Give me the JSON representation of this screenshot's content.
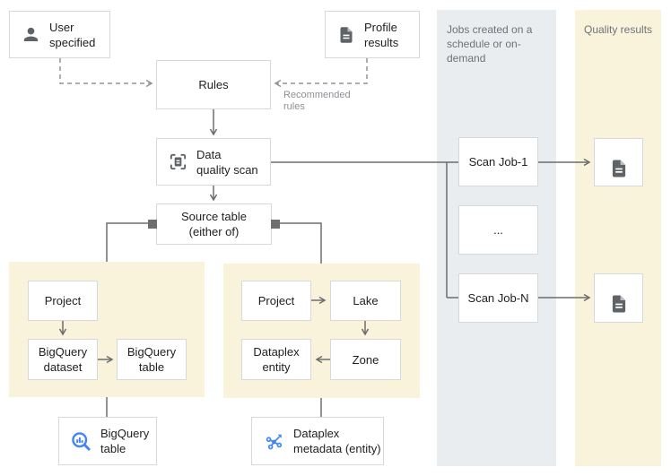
{
  "colors": {
    "group_background_yellow": "#faf3dc",
    "jobs_column_gray": "#e9edf0",
    "box_border": "#d6d9dc",
    "solid_line": "#6d6d6d",
    "dashed_line": "#949494",
    "muted_label_text": "#6e7377",
    "node_text": "#212121",
    "gray_icon": "#5f6368",
    "blue_icon": "#4285f4"
  },
  "columns": {
    "jobs": {
      "header": "Jobs created on a\nschedule or on-demand"
    },
    "quality_results": {
      "header": "Quality results"
    }
  },
  "nodes": {
    "user_specified": "User\nspecified",
    "profile_results": "Profile\nresults",
    "rules": "Rules",
    "data_quality_scan": "Data\nquality scan",
    "source_table": "Source table\n(either of)",
    "bq_group": {
      "project": "Project",
      "dataset": "BigQuery\ndataset",
      "table": "BigQuery\ntable"
    },
    "dataplex_group": {
      "project": "Project",
      "lake": "Lake",
      "entity": "Dataplex\nentity",
      "zone": "Zone"
    },
    "scan_jobs": {
      "job1": "Scan Job-1",
      "more": "...",
      "jobn": "Scan Job-N"
    },
    "bigquery_table_bottom": "BigQuery\ntable",
    "dataplex_metadata_bottom": "Dataplex\nmetadata (entity)"
  },
  "edge_labels": {
    "recommended_rules": "Recommended rules"
  },
  "icons": {
    "user_specified": "person-icon",
    "profile_results": "document-icon",
    "data_quality_scan": "scan-frame-icon",
    "quality_result_1": "document-icon",
    "quality_result_2": "document-icon",
    "bigquery_table_bottom": "bigquery-magnifier-icon",
    "dataplex_metadata_bottom": "dataplex-network-icon"
  }
}
